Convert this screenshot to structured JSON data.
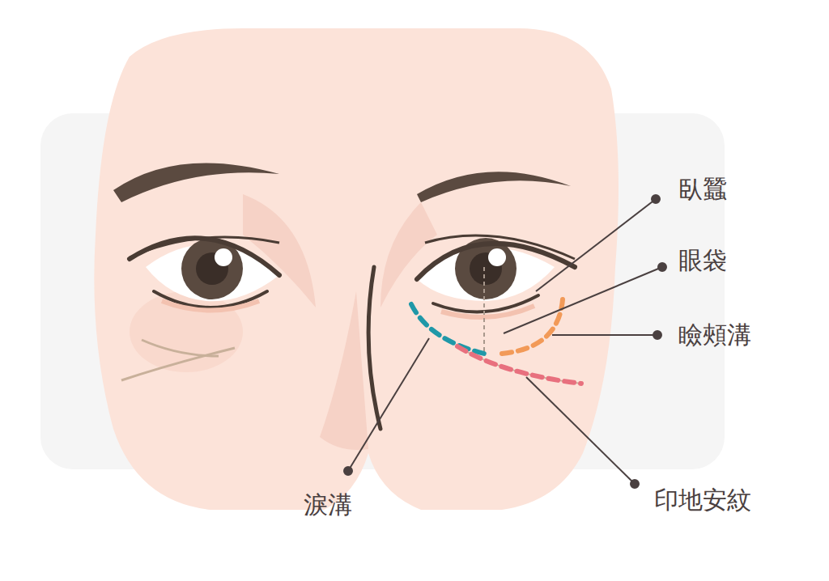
{
  "diagram": {
    "labels": [
      "臥蠶",
      "眼袋",
      "瞼頰溝",
      "淚溝",
      "印地安紋"
    ]
  }
}
